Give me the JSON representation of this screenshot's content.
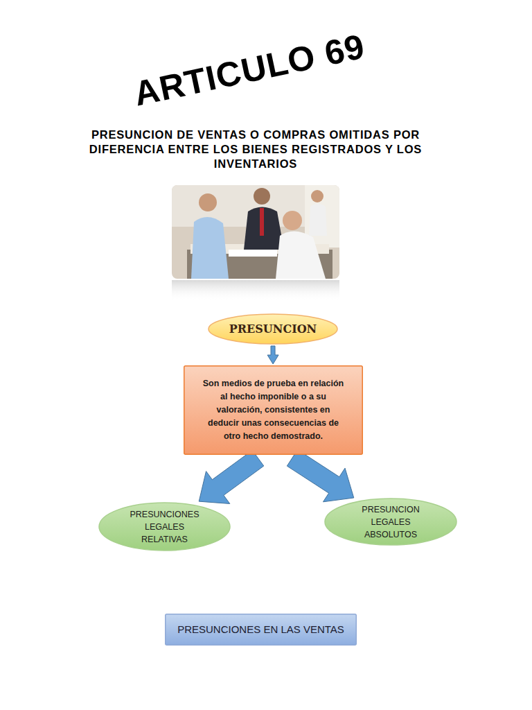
{
  "diagram": {
    "title": "ARTICULO 69",
    "nodes": [
      {
        "text": [
          "PRESUNCION"
        ]
      },
      {
        "text": [
          "Son medios de prueba en relación al hecho imponible o a su valoración, consistentes en deducir unas consecuencias de otro hecho demostrado."
        ]
      },
      {
        "text": [
          "PRESUNCIONES LEGALES RELATIVAS"
        ]
      },
      {
        "text": [
          "PRESUNCION LEGALES ABSOLUTOS"
        ]
      },
      {
        "text": [
          "PRESUNCIONES EN LAS VENTAS"
        ]
      }
    ],
    "edges": [
      {
        "from": 0,
        "to": 1,
        "arrow": "to"
      },
      {
        "from": 1,
        "to": 2,
        "arrow": "to"
      },
      {
        "from": 1,
        "to": 3,
        "arrow": "to"
      }
    ],
    "labels": [
      "PRESUNCION DE VENTAS O COMPRAS OMITIDAS POR DIFERENCIA ENTRE LOS BIENES REGISTRADOS Y LOS INVENTARIOS"
    ]
  }
}
